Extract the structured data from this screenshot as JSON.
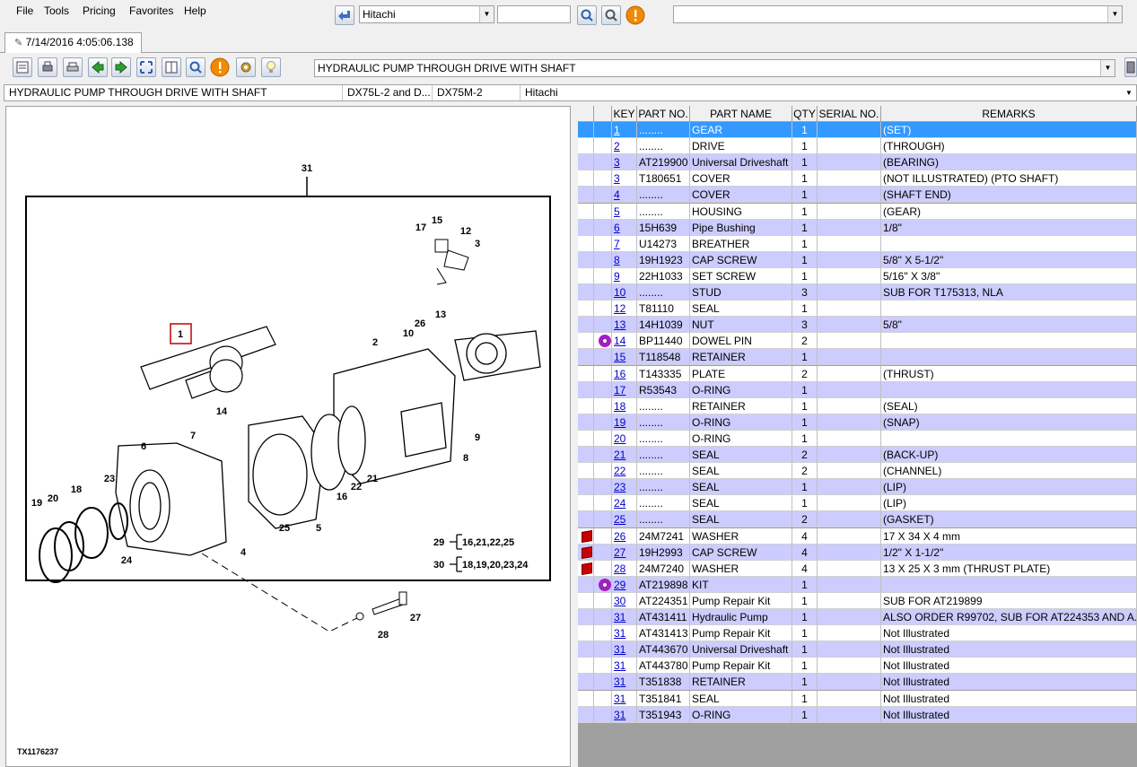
{
  "menu": {
    "file": "File",
    "tools": "Tools",
    "pricing": "Pricing",
    "favorites": "Favorites",
    "help": "Help"
  },
  "top_toolbar": {
    "manufacturer": "Hitachi",
    "search_value": "",
    "right_combo_value": ""
  },
  "tab": {
    "label": "7/14/2016 4:05:06.138"
  },
  "page_combo": {
    "value": "HYDRAULIC PUMP THROUGH DRIVE WITH SHAFT"
  },
  "infobar": {
    "title": "HYDRAULIC PUMP THROUGH DRIVE WITH SHAFT",
    "model1": "DX75L-2 and D...",
    "model2": "DX75M-2",
    "make": "Hitachi"
  },
  "diagram": {
    "ref_code": "TX1176237",
    "callouts": [
      "31",
      "1",
      "2",
      "3",
      "4",
      "5",
      "6",
      "7",
      "8",
      "9",
      "10",
      "12",
      "13",
      "14",
      "15",
      "16",
      "17",
      "18",
      "19",
      "20",
      "21",
      "22",
      "23",
      "24",
      "25",
      "26",
      "27",
      "28",
      "29",
      "30"
    ],
    "legend_29": "16,21,22,25",
    "legend_30": "18,19,20,23,24",
    "legend_29_key": "29",
    "legend_30_key": "30"
  },
  "grid": {
    "headers": [
      "KEY",
      "PART NO.",
      "PART NAME",
      "QTY",
      "SERIAL NO.",
      "REMARKS"
    ],
    "rows": [
      {
        "icon": "",
        "key": "1",
        "part_no": "........",
        "name": "GEAR",
        "qty": "1",
        "serial": "",
        "remarks": "(SET)"
      },
      {
        "icon": "",
        "key": "2",
        "part_no": "........",
        "name": "DRIVE",
        "qty": "1",
        "serial": "",
        "remarks": "(THROUGH)"
      },
      {
        "icon": "",
        "key": "3",
        "part_no": "AT219900",
        "name": "Universal Driveshaft",
        "qty": "1",
        "serial": "",
        "remarks": "(BEARING)"
      },
      {
        "icon": "",
        "key": "3",
        "part_no": "T180651",
        "name": "COVER",
        "qty": "1",
        "serial": "",
        "remarks": "(NOT ILLUSTRATED) (PTO SHAFT)"
      },
      {
        "icon": "",
        "key": "4",
        "part_no": "........",
        "name": "COVER",
        "qty": "1",
        "serial": "",
        "remarks": "(SHAFT END)"
      },
      {
        "icon": "",
        "key": "5",
        "part_no": "........",
        "name": "HOUSING",
        "qty": "1",
        "serial": "",
        "remarks": "(GEAR)"
      },
      {
        "icon": "",
        "key": "6",
        "part_no": "15H639",
        "name": "Pipe Bushing",
        "qty": "1",
        "serial": "",
        "remarks": "1/8\""
      },
      {
        "icon": "",
        "key": "7",
        "part_no": "U14273",
        "name": "BREATHER",
        "qty": "1",
        "serial": "",
        "remarks": ""
      },
      {
        "icon": "",
        "key": "8",
        "part_no": "19H1923",
        "name": "CAP SCREW",
        "qty": "1",
        "serial": "",
        "remarks": "5/8\" X 5-1/2\""
      },
      {
        "icon": "",
        "key": "9",
        "part_no": "22H1033",
        "name": "SET SCREW",
        "qty": "1",
        "serial": "",
        "remarks": "5/16\" X 3/8\""
      },
      {
        "icon": "",
        "key": "10",
        "part_no": "........",
        "name": "STUD",
        "qty": "3",
        "serial": "",
        "remarks": "SUB FOR T175313, NLA"
      },
      {
        "icon": "",
        "key": "12",
        "part_no": "T81110",
        "name": "SEAL",
        "qty": "1",
        "serial": "",
        "remarks": ""
      },
      {
        "icon": "",
        "key": "13",
        "part_no": "14H1039",
        "name": "NUT",
        "qty": "3",
        "serial": "",
        "remarks": "5/8\""
      },
      {
        "icon": "star-icon",
        "key": "14",
        "part_no": "BP11440",
        "name": "DOWEL PIN",
        "qty": "2",
        "serial": "",
        "remarks": ""
      },
      {
        "icon": "",
        "key": "15",
        "part_no": "T118548",
        "name": "RETAINER",
        "qty": "1",
        "serial": "",
        "remarks": ""
      },
      {
        "icon": "",
        "key": "16",
        "part_no": "T143335",
        "name": "PLATE",
        "qty": "2",
        "serial": "",
        "remarks": "(THRUST)"
      },
      {
        "icon": "",
        "key": "17",
        "part_no": "R53543",
        "name": "O-RING",
        "qty": "1",
        "serial": "",
        "remarks": ""
      },
      {
        "icon": "",
        "key": "18",
        "part_no": "........",
        "name": "RETAINER",
        "qty": "1",
        "serial": "",
        "remarks": "(SEAL)"
      },
      {
        "icon": "",
        "key": "19",
        "part_no": "........",
        "name": "O-RING",
        "qty": "1",
        "serial": "",
        "remarks": "(SNAP)"
      },
      {
        "icon": "",
        "key": "20",
        "part_no": "........",
        "name": "O-RING",
        "qty": "1",
        "serial": "",
        "remarks": ""
      },
      {
        "icon": "",
        "key": "21",
        "part_no": "........",
        "name": "SEAL",
        "qty": "2",
        "serial": "",
        "remarks": "(BACK-UP)"
      },
      {
        "icon": "",
        "key": "22",
        "part_no": "........",
        "name": "SEAL",
        "qty": "2",
        "serial": "",
        "remarks": "(CHANNEL)"
      },
      {
        "icon": "",
        "key": "23",
        "part_no": "........",
        "name": "SEAL",
        "qty": "1",
        "serial": "",
        "remarks": "(LIP)"
      },
      {
        "icon": "",
        "key": "24",
        "part_no": "........",
        "name": "SEAL",
        "qty": "1",
        "serial": "",
        "remarks": "(LIP)"
      },
      {
        "icon": "",
        "key": "25",
        "part_no": "........",
        "name": "SEAL",
        "qty": "2",
        "serial": "",
        "remarks": "(GASKET)"
      },
      {
        "icon": "flag-icon",
        "key": "26",
        "part_no": "24M7241",
        "name": "WASHER",
        "qty": "4",
        "serial": "",
        "remarks": "17 X 34 X 4 mm"
      },
      {
        "icon": "flag-icon",
        "key": "27",
        "part_no": "19H2993",
        "name": "CAP SCREW",
        "qty": "4",
        "serial": "",
        "remarks": "1/2\" X 1-1/2\""
      },
      {
        "icon": "flag-icon",
        "key": "28",
        "part_no": "24M7240",
        "name": "WASHER",
        "qty": "4",
        "serial": "",
        "remarks": "13 X 25 X 3 mm (THRUST PLATE)"
      },
      {
        "icon": "star-icon",
        "key": "29",
        "part_no": "AT219898",
        "name": "KIT",
        "qty": "1",
        "serial": "",
        "remarks": ""
      },
      {
        "icon": "",
        "key": "30",
        "part_no": "AT224351",
        "name": "Pump Repair Kit",
        "qty": "1",
        "serial": "",
        "remarks": "SUB FOR AT219899"
      },
      {
        "icon": "",
        "key": "31",
        "part_no": "AT431411",
        "name": "Hydraulic Pump",
        "qty": "1",
        "serial": "",
        "remarks": "ALSO ORDER R99702, SUB FOR AT224353 AND A..."
      },
      {
        "icon": "",
        "key": "31",
        "part_no": "AT431413",
        "name": "Pump Repair Kit",
        "qty": "1",
        "serial": "",
        "remarks": "Not Illustrated"
      },
      {
        "icon": "",
        "key": "31",
        "part_no": "AT443670",
        "name": "Universal Driveshaft",
        "qty": "1",
        "serial": "",
        "remarks": "Not Illustrated"
      },
      {
        "icon": "",
        "key": "31",
        "part_no": "AT443780",
        "name": "Pump Repair Kit",
        "qty": "1",
        "serial": "",
        "remarks": "Not Illustrated"
      },
      {
        "icon": "",
        "key": "31",
        "part_no": "T351838",
        "name": "RETAINER",
        "qty": "1",
        "serial": "",
        "remarks": "Not Illustrated"
      },
      {
        "icon": "",
        "key": "31",
        "part_no": "T351841",
        "name": "SEAL",
        "qty": "1",
        "serial": "",
        "remarks": "Not Illustrated"
      },
      {
        "icon": "",
        "key": "31",
        "part_no": "T351943",
        "name": "O-RING",
        "qty": "1",
        "serial": "",
        "remarks": "Not Illustrated"
      }
    ]
  }
}
